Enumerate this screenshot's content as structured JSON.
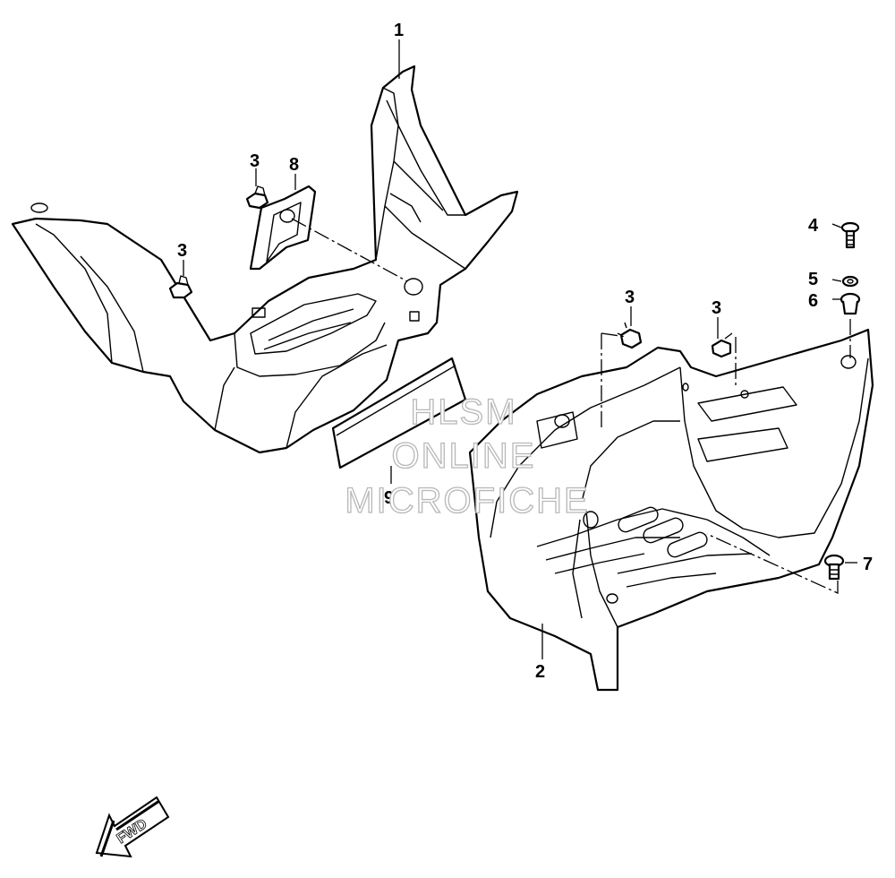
{
  "callouts": {
    "c1": "1",
    "c2": "2",
    "c3a": "3",
    "c3b": "3",
    "c3c": "3",
    "c3d": "3",
    "c4": "4",
    "c5": "5",
    "c6": "6",
    "c7": "7",
    "c8": "8",
    "c9": "9"
  },
  "watermark": {
    "line1": "HLSM",
    "line2": "ONLINE",
    "line3": "MICROFICHE"
  },
  "direction_arrow": {
    "label": "FWD"
  }
}
